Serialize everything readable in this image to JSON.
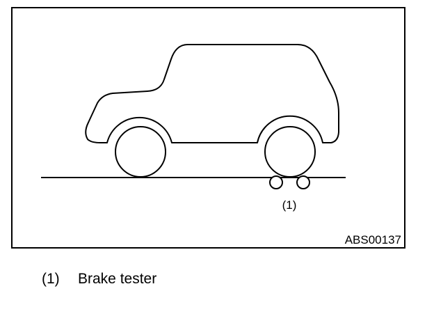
{
  "figure": {
    "callout": "(1)",
    "figure_id": "ABS00137",
    "colors": {
      "line": "#000000",
      "background": "#ffffff"
    }
  },
  "legend": {
    "items": [
      {
        "number": "(1)",
        "text": "Brake tester"
      }
    ]
  }
}
